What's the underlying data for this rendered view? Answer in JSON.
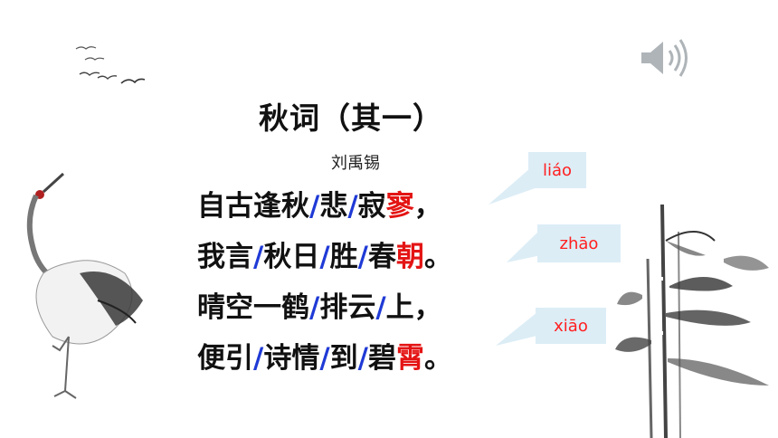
{
  "title": "秋词（其一）",
  "author": "刘禹锡",
  "poem": {
    "line1": {
      "a": "自古逢秋",
      "b": "悲",
      "c": "寂",
      "hl": "寥",
      "end": "，"
    },
    "line2": {
      "a": "我言",
      "b": "秋日",
      "c": "胜",
      "d": "春",
      "hl": "朝",
      "end": "。"
    },
    "line3": {
      "a": "晴空一鹤",
      "b": "排云",
      "c": "上",
      "end": "，"
    },
    "line4": {
      "a": "便引",
      "b": "诗情",
      "c": "到",
      "d": "碧",
      "hl": "霄",
      "end": "。"
    },
    "separator": "/"
  },
  "pinyin": [
    "liáo",
    "zhāo",
    "xiāo"
  ],
  "colors": {
    "separator": "#1f3ad6",
    "highlight": "#e41414",
    "bubble": "#dcedf6",
    "pinyin": "#ff2020"
  },
  "icons": {
    "speaker": "speaker-icon",
    "birds": "birds-decoration",
    "crane": "crane-illustration",
    "bamboo": "bamboo-illustration"
  }
}
